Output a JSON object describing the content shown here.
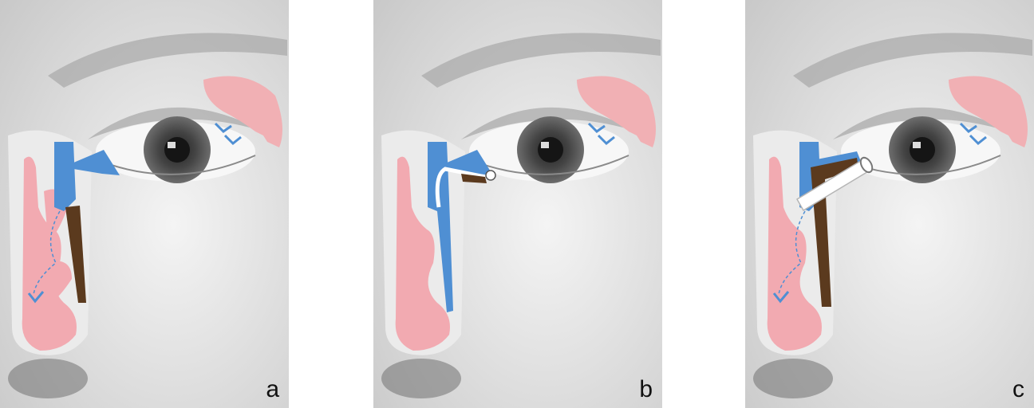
{
  "panels": [
    {
      "label": "a",
      "variant": "normal"
    },
    {
      "label": "b",
      "variant": "probe"
    },
    {
      "label": "c",
      "variant": "tube"
    }
  ],
  "colors": {
    "skin": "#e6e6e6",
    "skin_shadow": "#bdbdbd",
    "iris": "#5a5a5a",
    "pupil": "#151515",
    "brow": "#9a9a9a",
    "nasal_mucosa": "#f2aab1",
    "lacrimal_gland": "#f1b0b4",
    "lacrimal_duct": "#4f8fd3",
    "nasal_outline": "#e9e9e9",
    "obstruction": "#5b3a1e",
    "tube": "#ffffff"
  }
}
